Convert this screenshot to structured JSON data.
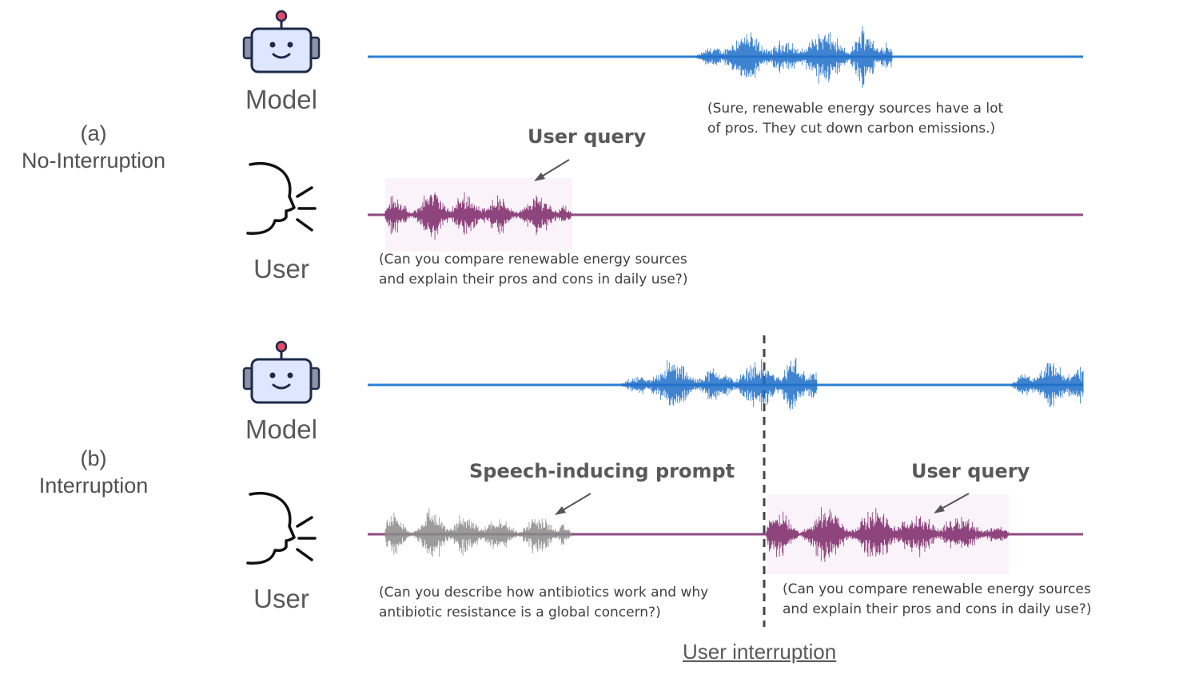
{
  "sections": [
    {
      "id": "a",
      "letter": "(a)",
      "name": "No-Interruption",
      "model_label": "Model",
      "user_label": "User",
      "model_caption_line1": "(Sure, renewable energy sources have a lot",
      "model_caption_line2": "of pros. They cut down carbon emissions.)",
      "user_heading": "User query",
      "user_caption_line1": "(Can you compare renewable energy sources",
      "user_caption_line2": "and explain their pros and cons in daily use?)"
    },
    {
      "id": "b",
      "letter": "(b)",
      "name": "Interruption",
      "model_label": "Model",
      "user_label": "User",
      "prompt_heading": "Speech-inducing prompt",
      "prompt_caption_line1": "(Can you describe how antibiotics work and why",
      "prompt_caption_line2": "antibiotic resistance is a global concern?)",
      "query_heading": "User query",
      "query_caption_line1": "(Can you compare renewable energy sources",
      "query_caption_line2": "and explain their pros and cons in daily use?)",
      "interruption_label": "User interruption"
    }
  ],
  "colors": {
    "model_line": "#2a7fd4",
    "model_wave": "#1f6fc9",
    "user_line": "#8e4a80",
    "user_wave": "#7a2466",
    "prompt_wave": "#8a8a8a",
    "robot_face": "#dfe6ff",
    "robot_outline": "#1e2a4a",
    "robot_ear": "#8a93a8",
    "robot_antenna": "#e24a6b"
  },
  "icons": [
    "robot-icon",
    "speaking-head-icon"
  ]
}
